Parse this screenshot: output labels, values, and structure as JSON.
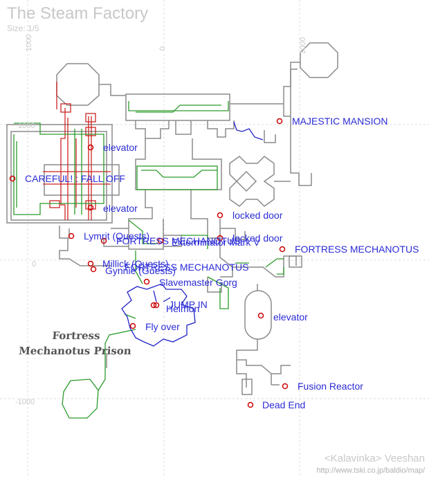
{
  "map": {
    "title": "The Steam Factory",
    "size_text": "Size: 1/5",
    "axis_labels": [
      "1000",
      "1000",
      "0",
      "1000",
      "0",
      "-1000"
    ],
    "labels": [
      "MAJESTIC MANSION",
      "elevator",
      "CAREFUL! : FALL OFF",
      "elevator",
      "locked door",
      "Lymrit (Quests)",
      "FORTRESS MECHANOTUS",
      "Exterminator Mark V",
      "locked door",
      "FORTRESS MECHANOTUS",
      "Millick (Quests)",
      "Gynnie (Guests)",
      "FORTRESS MECHANOTUS",
      "Slavemaster Gorg",
      "JUMP IN",
      "Heimon",
      "elevator",
      "Fly over",
      "Fusion Reactor",
      "Dead End"
    ],
    "zone_label": [
      "Fortress",
      "Mechanotus Prison"
    ],
    "credit": "<Kalavinka> Veeshan",
    "credit_url": "http://www.tski.co.jp/baldio/map/"
  },
  "colors": {
    "walls": "#8a8a8a",
    "red_path": "#cc2222",
    "green_path": "#2a9a2a",
    "blue_path": "#2020c8",
    "label": "#2b2bd6",
    "marker": "#cc0000",
    "grid": "#dddddd"
  }
}
